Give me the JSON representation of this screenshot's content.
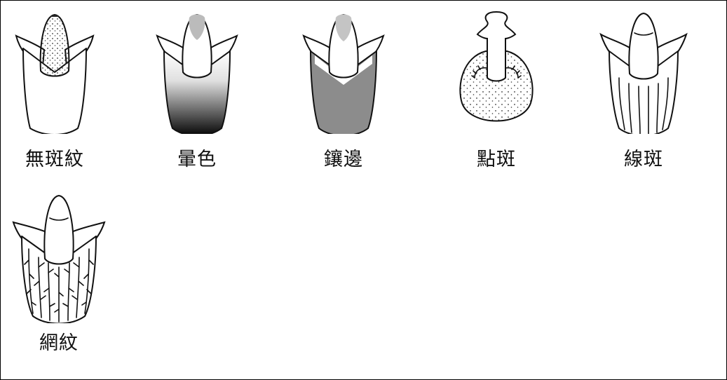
{
  "patterns": [
    {
      "label": "無斑紋",
      "icon": "lip-plain-icon"
    },
    {
      "label": "暈色",
      "icon": "lip-gradient-icon"
    },
    {
      "label": "鑲邊",
      "icon": "lip-bordered-icon"
    },
    {
      "label": "點斑",
      "icon": "lip-spotted-icon"
    },
    {
      "label": "線斑",
      "icon": "lip-striped-icon"
    },
    {
      "label": "網紋",
      "icon": "lip-netted-icon"
    }
  ]
}
